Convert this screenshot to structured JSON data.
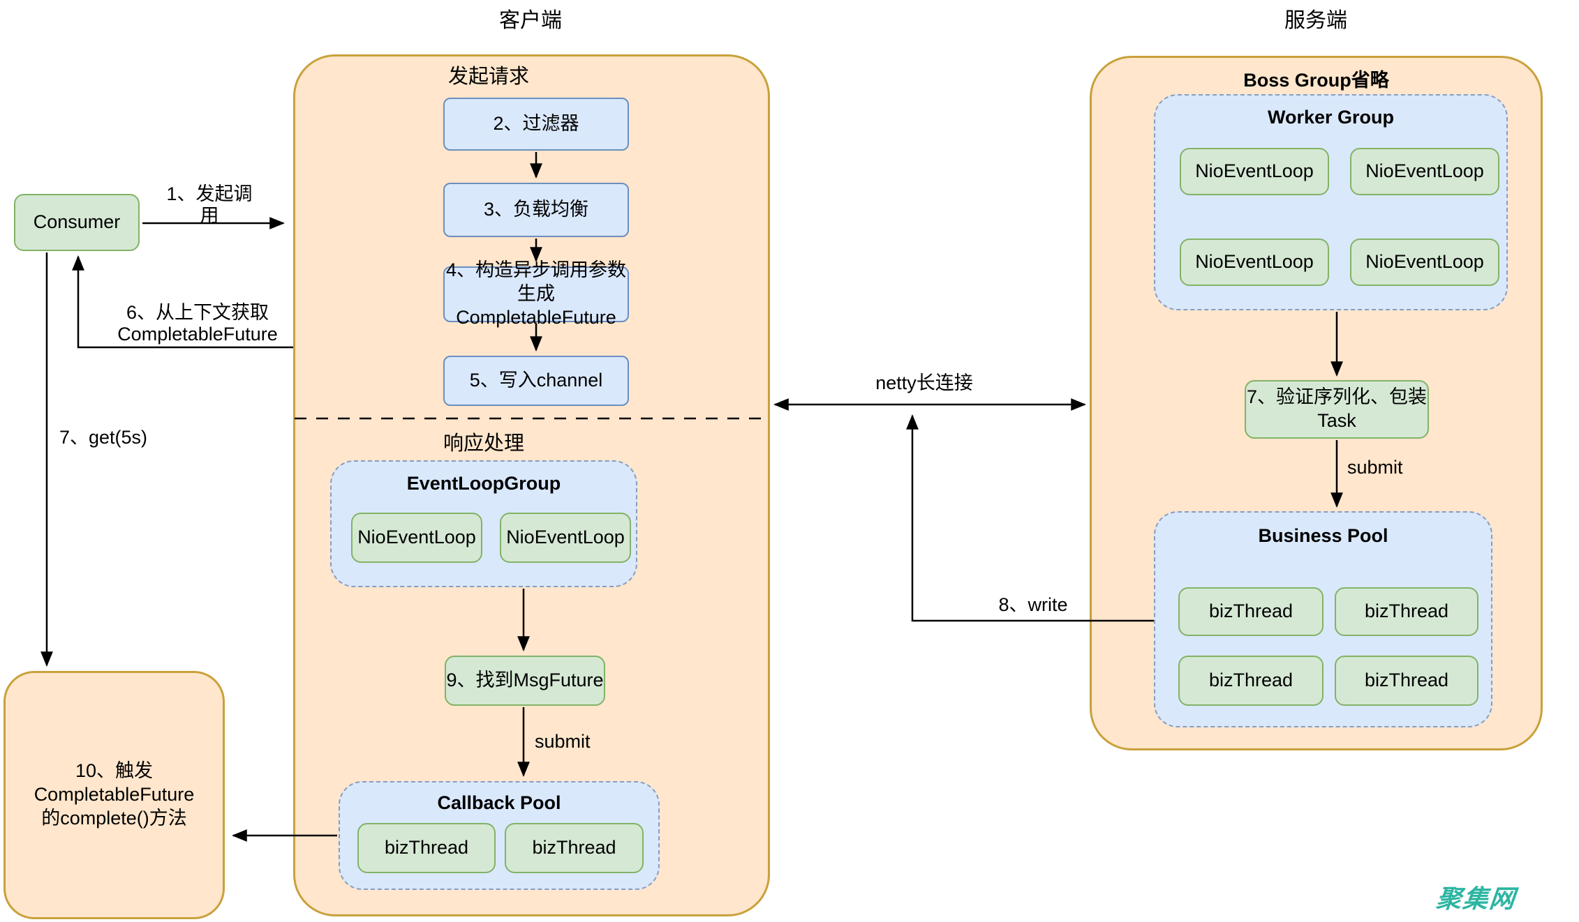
{
  "titles": {
    "client": "客户端",
    "server": "服务端"
  },
  "watermark": "聚集网",
  "colors": {
    "container_fill": "#FFE6CC",
    "container_border": "#C9A13B",
    "blue_fill": "#DAE8FC",
    "blue_border": "#6C8EBF",
    "green_fill": "#D5E8D4",
    "green_border": "#82B366",
    "dashed_border": "#8C9CB8",
    "arrow": "#000000",
    "watermark": "#2CB5A2"
  },
  "client": {
    "section_request": "发起请求",
    "section_response": "响应处理",
    "consumer": "Consumer",
    "step2": "2、过滤器",
    "step3": "3、负载均衡",
    "step4": "4、构造异步调用参数\n生成CompletableFuture",
    "step5": "5、写入channel",
    "event_loop_group": {
      "title": "EventLoopGroup",
      "threads": [
        "NioEventLoop",
        "NioEventLoop"
      ]
    },
    "step9": "9、找到MsgFuture",
    "submit": "submit",
    "callback_pool": {
      "title": "Callback Pool",
      "threads": [
        "bizThread",
        "bizThread"
      ]
    },
    "step10": "10、触发CompletableFuture\n的complete()方法"
  },
  "server": {
    "boss_group": "Boss Group省略",
    "worker_group": {
      "title": "Worker Group",
      "threads": [
        "NioEventLoop",
        "NioEventLoop",
        "NioEventLoop",
        "NioEventLoop"
      ]
    },
    "step7": "7、验证序列化、包装\nTask",
    "submit": "submit",
    "business_pool": {
      "title": "Business Pool",
      "threads": [
        "bizThread",
        "bizThread",
        "bizThread",
        "bizThread"
      ]
    }
  },
  "edges": {
    "e1": "1、发起调用",
    "e6": "6、从上下文获取\nCompletableFuture",
    "e7": "7、get(5s)",
    "netty": "netty长连接",
    "e8": "8、write"
  }
}
